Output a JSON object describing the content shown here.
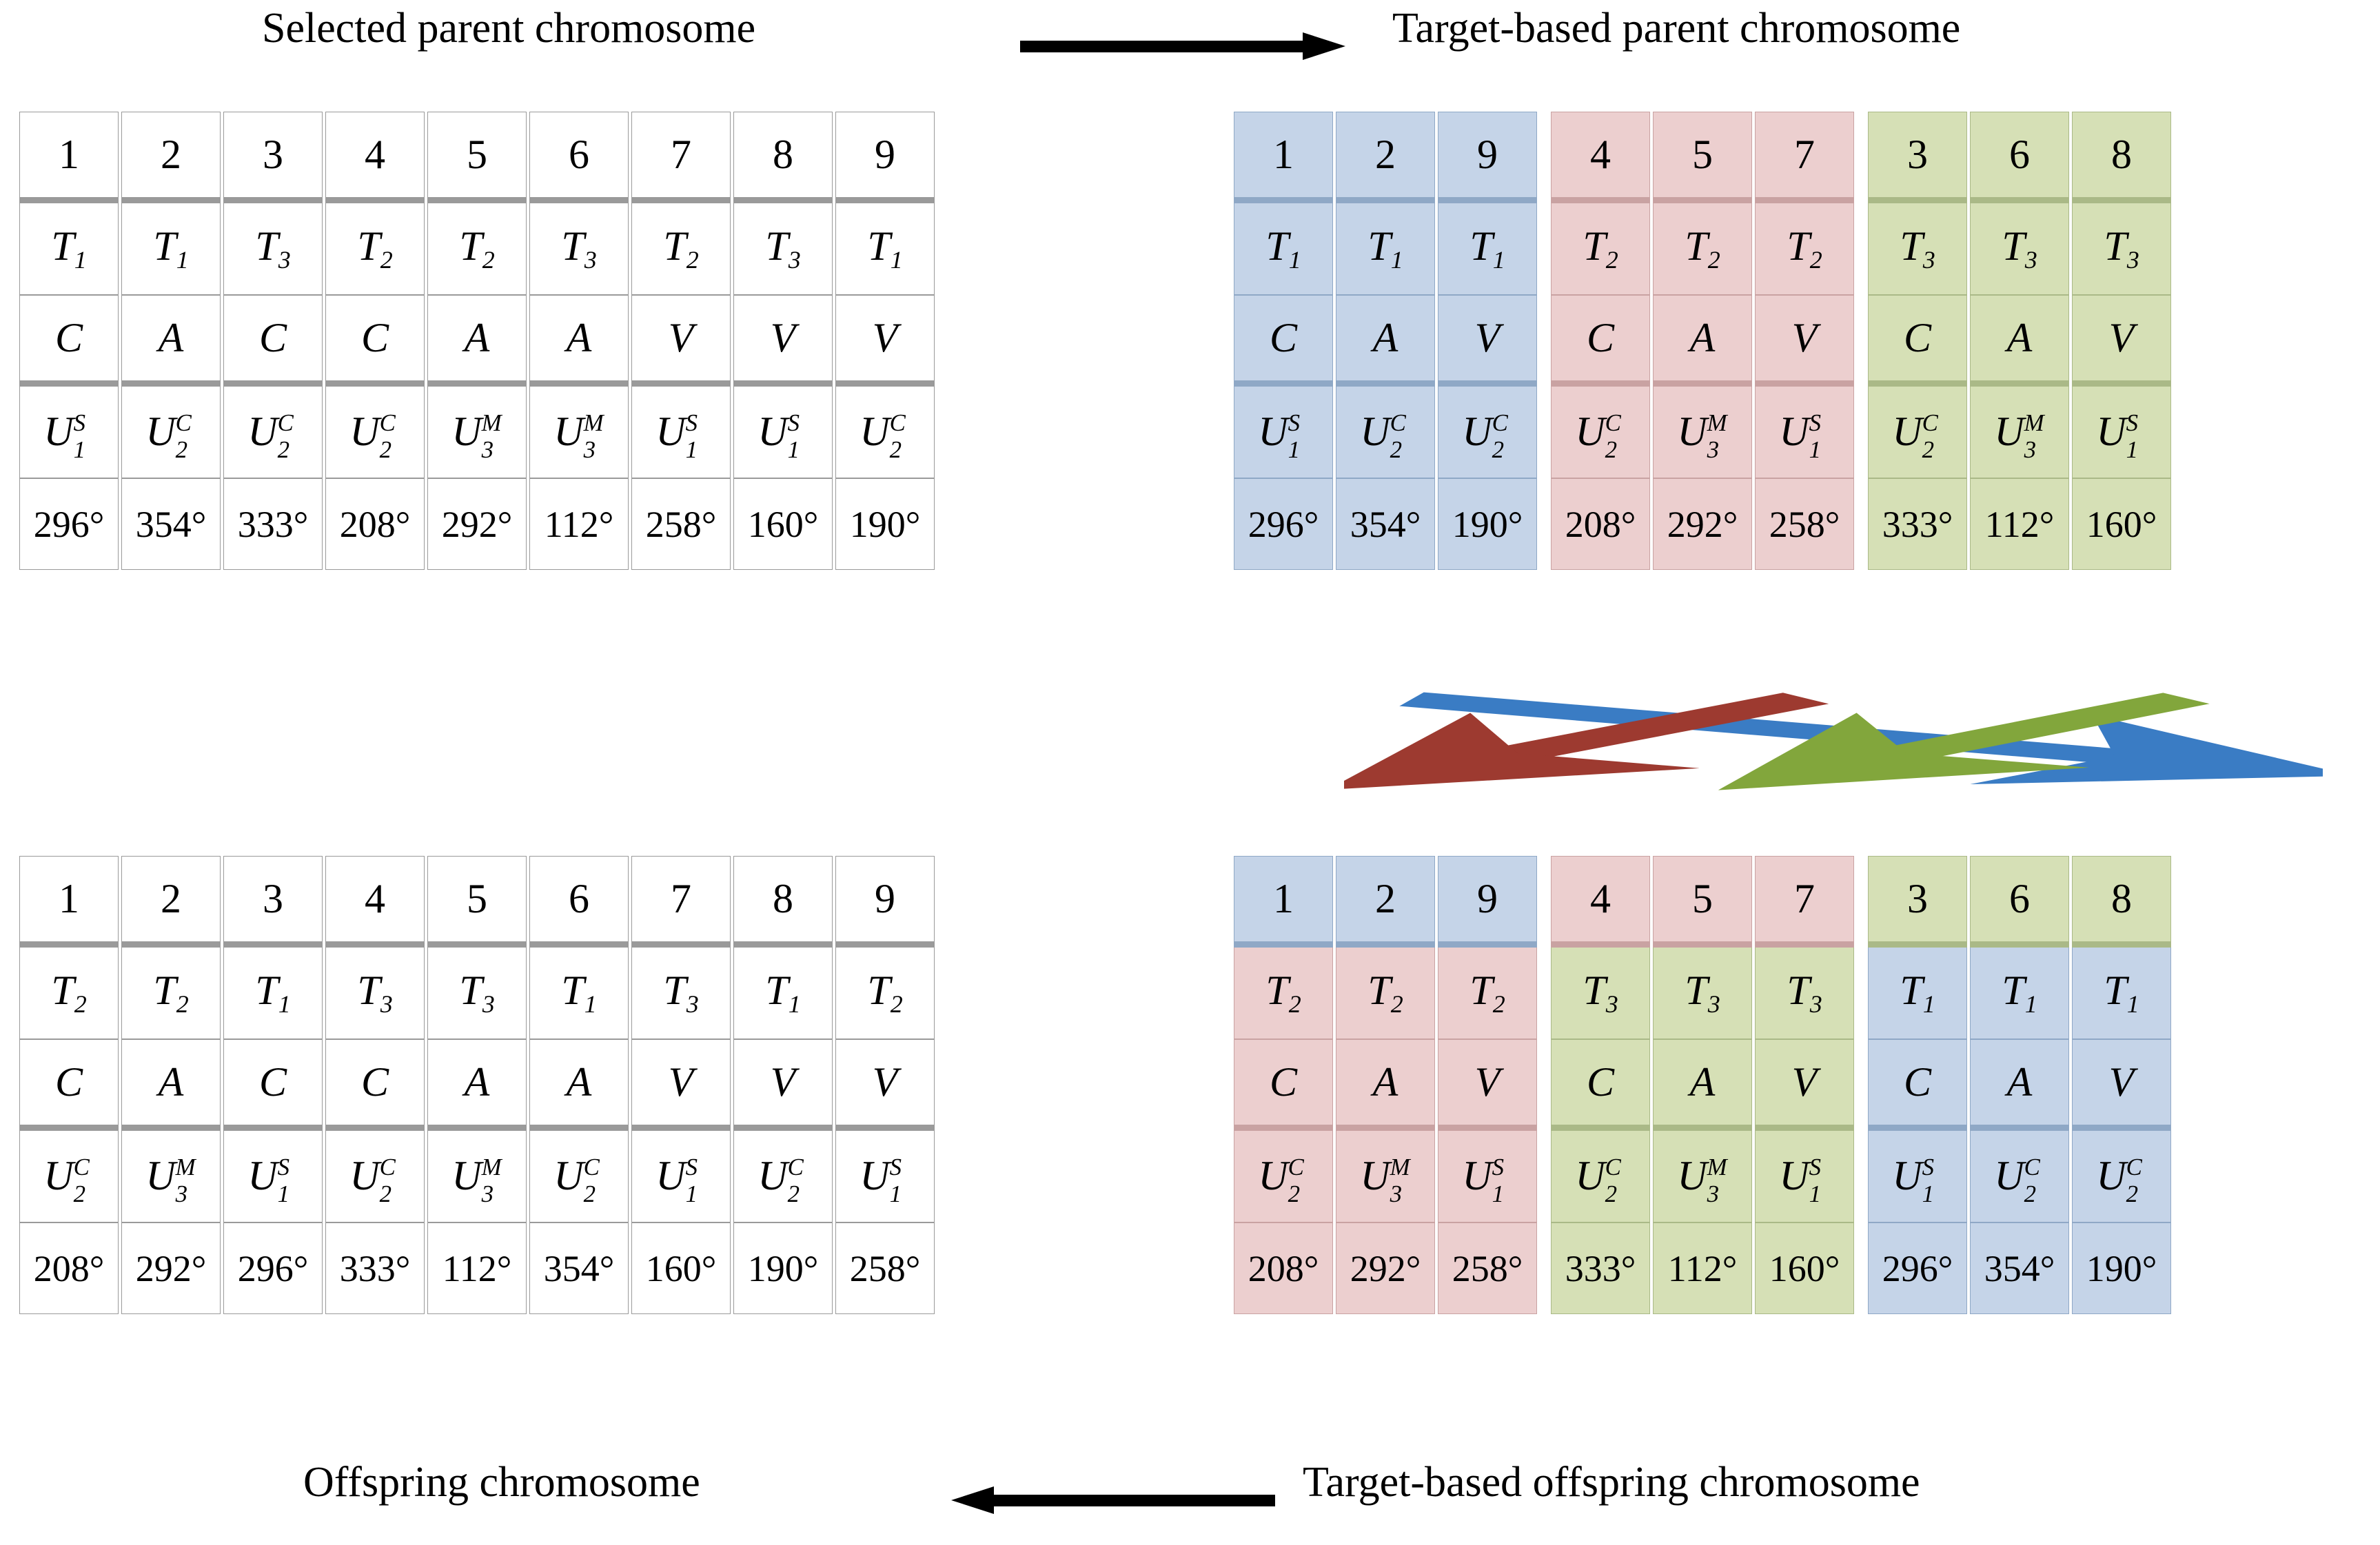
{
  "captions": {
    "top_left": "Selected parent chromosome",
    "top_right": "Target-based parent chromosome",
    "bottom_left": "Offspring chromosome",
    "bottom_right": "Target-based offspring chromosome"
  },
  "colors": {
    "blue": "#c5d4e8",
    "pink": "#eccfcf",
    "green": "#d6e0b6",
    "arrow_blue": "#3a7cc4",
    "arrow_red": "#9d3a30",
    "arrow_green": "#82a63c",
    "arrow_black": "#000000",
    "cell_border": "#9a9a9a"
  },
  "row_labels": [
    "gene-id",
    "target",
    "operation",
    "unit",
    "angle"
  ],
  "tables": {
    "selected_parent": {
      "title": "Selected parent chromosome",
      "groups": [
        {
          "color": "white",
          "genes": [
            {
              "id": "1",
              "target": "T",
              "target_sub": "1",
              "op": "C",
              "unit": "U",
              "unit_sup": "S",
              "unit_sub": "1",
              "angle": "296°"
            },
            {
              "id": "2",
              "target": "T",
              "target_sub": "1",
              "op": "A",
              "unit": "U",
              "unit_sup": "C",
              "unit_sub": "2",
              "angle": "354°"
            },
            {
              "id": "3",
              "target": "T",
              "target_sub": "3",
              "op": "C",
              "unit": "U",
              "unit_sup": "C",
              "unit_sub": "2",
              "angle": "333°"
            },
            {
              "id": "4",
              "target": "T",
              "target_sub": "2",
              "op": "C",
              "unit": "U",
              "unit_sup": "C",
              "unit_sub": "2",
              "angle": "208°"
            },
            {
              "id": "5",
              "target": "T",
              "target_sub": "2",
              "op": "A",
              "unit": "U",
              "unit_sup": "M",
              "unit_sub": "3",
              "angle": "292°"
            },
            {
              "id": "6",
              "target": "T",
              "target_sub": "3",
              "op": "A",
              "unit": "U",
              "unit_sup": "M",
              "unit_sub": "3",
              "angle": "112°"
            },
            {
              "id": "7",
              "target": "T",
              "target_sub": "2",
              "op": "V",
              "unit": "U",
              "unit_sup": "S",
              "unit_sub": "1",
              "angle": "258°"
            },
            {
              "id": "8",
              "target": "T",
              "target_sub": "3",
              "op": "V",
              "unit": "U",
              "unit_sup": "S",
              "unit_sub": "1",
              "angle": "160°"
            },
            {
              "id": "9",
              "target": "T",
              "target_sub": "1",
              "op": "V",
              "unit": "U",
              "unit_sup": "C",
              "unit_sub": "2",
              "angle": "190°"
            }
          ]
        }
      ]
    },
    "target_based_parent": {
      "title": "Target-based parent chromosome",
      "groups": [
        {
          "color": "blue",
          "genes": [
            {
              "id": "1",
              "target": "T",
              "target_sub": "1",
              "op": "C",
              "unit": "U",
              "unit_sup": "S",
              "unit_sub": "1",
              "angle": "296°"
            },
            {
              "id": "2",
              "target": "T",
              "target_sub": "1",
              "op": "A",
              "unit": "U",
              "unit_sup": "C",
              "unit_sub": "2",
              "angle": "354°"
            },
            {
              "id": "9",
              "target": "T",
              "target_sub": "1",
              "op": "V",
              "unit": "U",
              "unit_sup": "C",
              "unit_sub": "2",
              "angle": "190°"
            }
          ]
        },
        {
          "color": "pink",
          "genes": [
            {
              "id": "4",
              "target": "T",
              "target_sub": "2",
              "op": "C",
              "unit": "U",
              "unit_sup": "C",
              "unit_sub": "2",
              "angle": "208°"
            },
            {
              "id": "5",
              "target": "T",
              "target_sub": "2",
              "op": "A",
              "unit": "U",
              "unit_sup": "M",
              "unit_sub": "3",
              "angle": "292°"
            },
            {
              "id": "7",
              "target": "T",
              "target_sub": "2",
              "op": "V",
              "unit": "U",
              "unit_sup": "S",
              "unit_sub": "1",
              "angle": "258°"
            }
          ]
        },
        {
          "color": "green",
          "genes": [
            {
              "id": "3",
              "target": "T",
              "target_sub": "3",
              "op": "C",
              "unit": "U",
              "unit_sup": "C",
              "unit_sub": "2",
              "angle": "333°"
            },
            {
              "id": "6",
              "target": "T",
              "target_sub": "3",
              "op": "A",
              "unit": "U",
              "unit_sup": "M",
              "unit_sub": "3",
              "angle": "112°"
            },
            {
              "id": "8",
              "target": "T",
              "target_sub": "3",
              "op": "V",
              "unit": "U",
              "unit_sup": "S",
              "unit_sub": "1",
              "angle": "160°"
            }
          ]
        }
      ]
    },
    "offspring": {
      "title": "Offspring chromosome",
      "groups": [
        {
          "color": "white",
          "genes": [
            {
              "id": "1",
              "target": "T",
              "target_sub": "2",
              "op": "C",
              "unit": "U",
              "unit_sup": "C",
              "unit_sub": "2",
              "angle": "208°"
            },
            {
              "id": "2",
              "target": "T",
              "target_sub": "2",
              "op": "A",
              "unit": "U",
              "unit_sup": "M",
              "unit_sub": "3",
              "angle": "292°"
            },
            {
              "id": "3",
              "target": "T",
              "target_sub": "1",
              "op": "C",
              "unit": "U",
              "unit_sup": "S",
              "unit_sub": "1",
              "angle": "296°"
            },
            {
              "id": "4",
              "target": "T",
              "target_sub": "3",
              "op": "C",
              "unit": "U",
              "unit_sup": "C",
              "unit_sub": "2",
              "angle": "333°"
            },
            {
              "id": "5",
              "target": "T",
              "target_sub": "3",
              "op": "A",
              "unit": "U",
              "unit_sup": "M",
              "unit_sub": "3",
              "angle": "112°"
            },
            {
              "id": "6",
              "target": "T",
              "target_sub": "1",
              "op": "A",
              "unit": "U",
              "unit_sup": "C",
              "unit_sub": "2",
              "angle": "354°"
            },
            {
              "id": "7",
              "target": "T",
              "target_sub": "3",
              "op": "V",
              "unit": "U",
              "unit_sup": "S",
              "unit_sub": "1",
              "angle": "160°"
            },
            {
              "id": "8",
              "target": "T",
              "target_sub": "1",
              "op": "V",
              "unit": "U",
              "unit_sup": "C",
              "unit_sub": "2",
              "angle": "190°"
            },
            {
              "id": "9",
              "target": "T",
              "target_sub": "2",
              "op": "V",
              "unit": "U",
              "unit_sup": "S",
              "unit_sub": "1",
              "angle": "258°"
            }
          ]
        }
      ]
    },
    "target_based_offspring": {
      "title": "Target-based offspring chromosome",
      "groups": [
        {
          "color": "pink",
          "header_color": "blue",
          "genes": [
            {
              "id": "1",
              "target": "T",
              "target_sub": "2",
              "op": "C",
              "unit": "U",
              "unit_sup": "C",
              "unit_sub": "2",
              "angle": "208°"
            },
            {
              "id": "2",
              "target": "T",
              "target_sub": "2",
              "op": "A",
              "unit": "U",
              "unit_sup": "M",
              "unit_sub": "3",
              "angle": "292°"
            },
            {
              "id": "9",
              "target": "T",
              "target_sub": "2",
              "op": "V",
              "unit": "U",
              "unit_sup": "S",
              "unit_sub": "1",
              "angle": "258°"
            }
          ]
        },
        {
          "color": "green",
          "header_color": "pink",
          "genes": [
            {
              "id": "4",
              "target": "T",
              "target_sub": "3",
              "op": "C",
              "unit": "U",
              "unit_sup": "C",
              "unit_sub": "2",
              "angle": "333°"
            },
            {
              "id": "5",
              "target": "T",
              "target_sub": "3",
              "op": "A",
              "unit": "U",
              "unit_sup": "M",
              "unit_sub": "3",
              "angle": "112°"
            },
            {
              "id": "7",
              "target": "T",
              "target_sub": "3",
              "op": "V",
              "unit": "U",
              "unit_sup": "S",
              "unit_sub": "1",
              "angle": "160°"
            }
          ]
        },
        {
          "color": "blue",
          "header_color": "green",
          "genes": [
            {
              "id": "3",
              "target": "T",
              "target_sub": "1",
              "op": "C",
              "unit": "U",
              "unit_sup": "S",
              "unit_sub": "1",
              "angle": "296°"
            },
            {
              "id": "6",
              "target": "T",
              "target_sub": "1",
              "op": "A",
              "unit": "U",
              "unit_sup": "C",
              "unit_sub": "2",
              "angle": "354°"
            },
            {
              "id": "8",
              "target": "T",
              "target_sub": "1",
              "op": "V",
              "unit": "U",
              "unit_sup": "C",
              "unit_sub": "2",
              "angle": "190°"
            }
          ]
        }
      ]
    }
  },
  "crossover_arrows": [
    {
      "name": "blue-arrow",
      "color": "#3a7cc4",
      "from": "blue-group-parent",
      "to": "right-slot-offspring"
    },
    {
      "name": "red-arrow",
      "color": "#9d3a30",
      "from": "pink-group-parent",
      "to": "left-slot-offspring"
    },
    {
      "name": "green-arrow",
      "color": "#82a63c",
      "from": "green-group-parent",
      "to": "middle-slot-offspring"
    }
  ],
  "flow_arrows": [
    {
      "name": "top-flow-arrow",
      "direction": "right"
    },
    {
      "name": "bottom-flow-arrow",
      "direction": "left"
    }
  ]
}
